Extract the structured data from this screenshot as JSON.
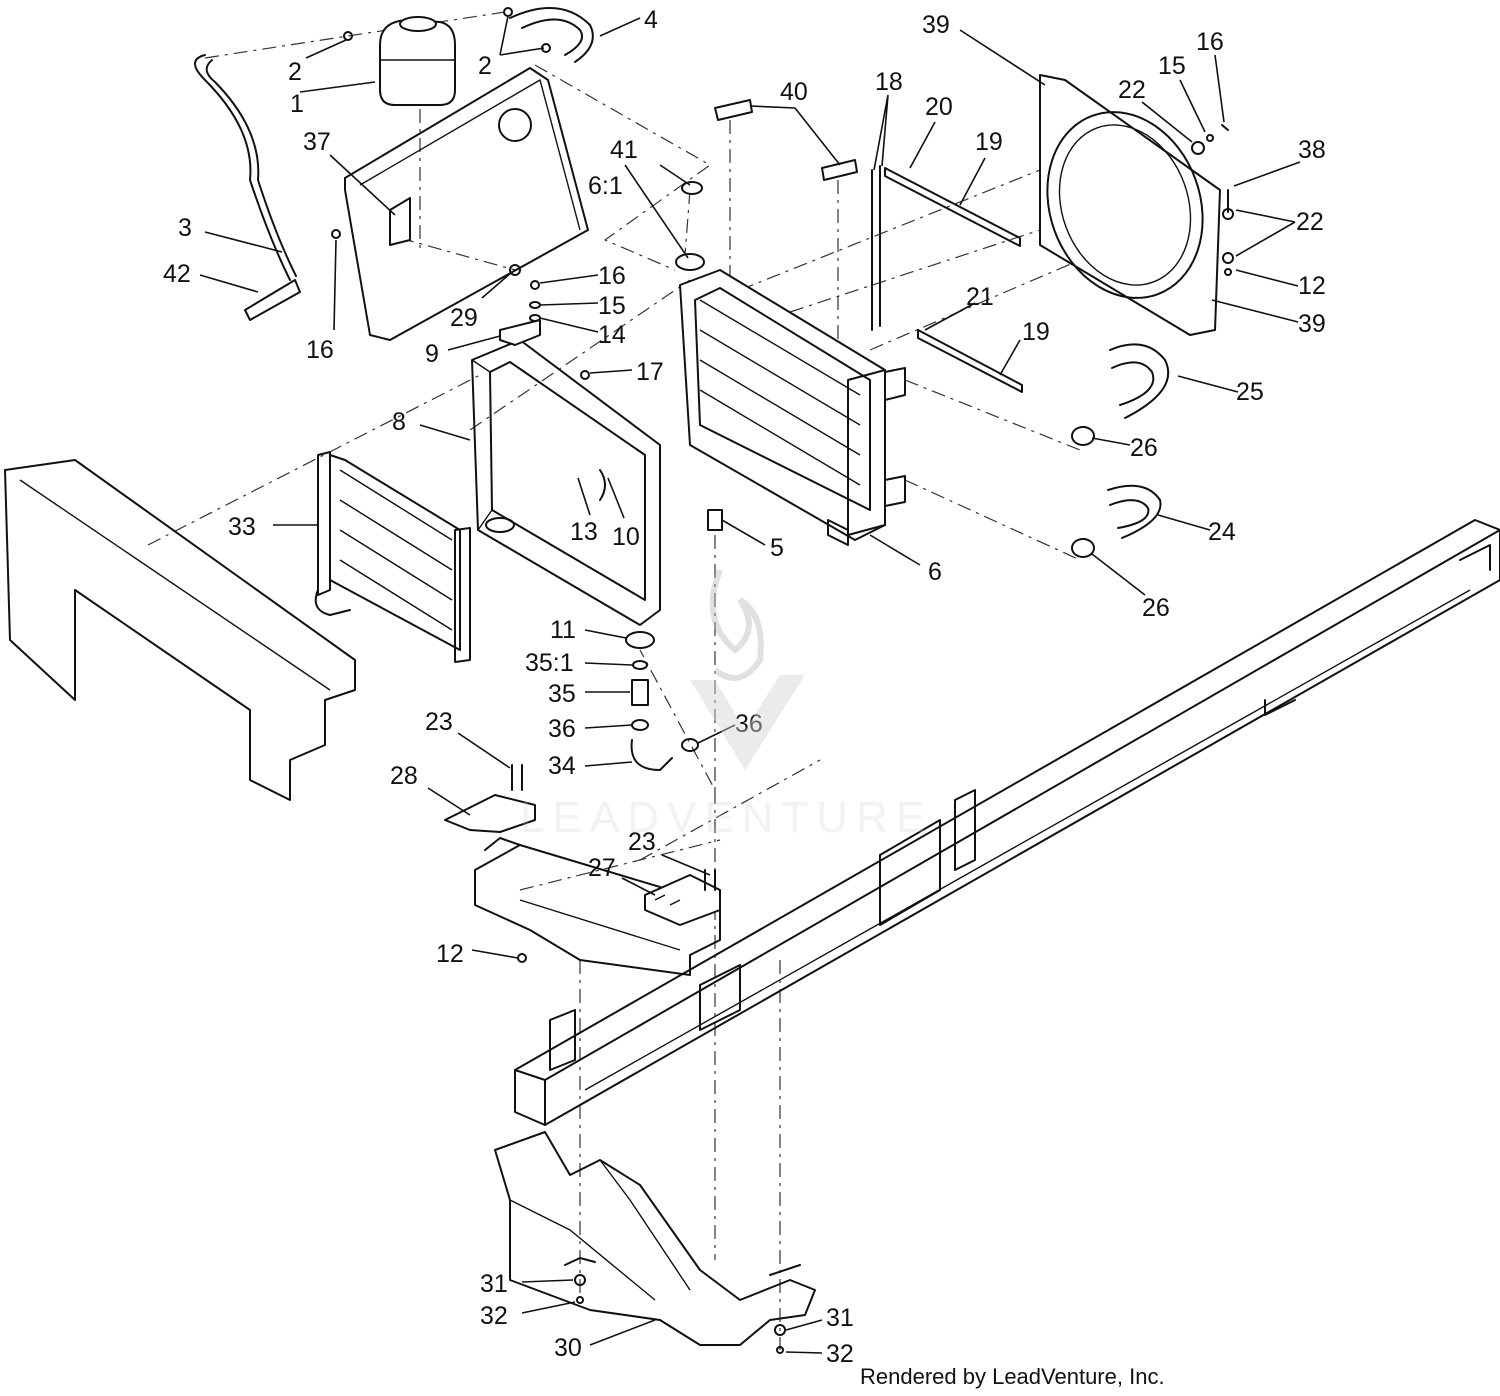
{
  "watermark": {
    "text": "LEADVENTURE"
  },
  "footer": {
    "credit": "Rendered by LeadVenture, Inc."
  },
  "callouts": [
    {
      "id": "c1",
      "text": "1"
    },
    {
      "id": "c2a",
      "text": "2"
    },
    {
      "id": "c2b",
      "text": "2"
    },
    {
      "id": "c3",
      "text": "3"
    },
    {
      "id": "c4",
      "text": "4"
    },
    {
      "id": "c5",
      "text": "5"
    },
    {
      "id": "c6",
      "text": "6"
    },
    {
      "id": "c6_1",
      "text": "6:1"
    },
    {
      "id": "c8",
      "text": "8"
    },
    {
      "id": "c9",
      "text": "9"
    },
    {
      "id": "c10",
      "text": "10"
    },
    {
      "id": "c11",
      "text": "11"
    },
    {
      "id": "c12a",
      "text": "12"
    },
    {
      "id": "c12b",
      "text": "12"
    },
    {
      "id": "c13",
      "text": "13"
    },
    {
      "id": "c14",
      "text": "14"
    },
    {
      "id": "c15a",
      "text": "15"
    },
    {
      "id": "c15b",
      "text": "15"
    },
    {
      "id": "c16a",
      "text": "16"
    },
    {
      "id": "c16b",
      "text": "16"
    },
    {
      "id": "c16c",
      "text": "16"
    },
    {
      "id": "c17",
      "text": "17"
    },
    {
      "id": "c18",
      "text": "18"
    },
    {
      "id": "c19a",
      "text": "19"
    },
    {
      "id": "c19b",
      "text": "19"
    },
    {
      "id": "c20",
      "text": "20"
    },
    {
      "id": "c21",
      "text": "21"
    },
    {
      "id": "c22a",
      "text": "22"
    },
    {
      "id": "c22b",
      "text": "22"
    },
    {
      "id": "c23a",
      "text": "23"
    },
    {
      "id": "c23b",
      "text": "23"
    },
    {
      "id": "c24",
      "text": "24"
    },
    {
      "id": "c25",
      "text": "25"
    },
    {
      "id": "c26a",
      "text": "26"
    },
    {
      "id": "c26b",
      "text": "26"
    },
    {
      "id": "c27",
      "text": "27"
    },
    {
      "id": "c28",
      "text": "28"
    },
    {
      "id": "c29",
      "text": "29"
    },
    {
      "id": "c30",
      "text": "30"
    },
    {
      "id": "c31a",
      "text": "31"
    },
    {
      "id": "c31b",
      "text": "31"
    },
    {
      "id": "c32a",
      "text": "32"
    },
    {
      "id": "c32b",
      "text": "32"
    },
    {
      "id": "c33",
      "text": "33"
    },
    {
      "id": "c34",
      "text": "34"
    },
    {
      "id": "c35",
      "text": "35"
    },
    {
      "id": "c35_1",
      "text": "35:1"
    },
    {
      "id": "c36a",
      "text": "36"
    },
    {
      "id": "c36b",
      "text": "36"
    },
    {
      "id": "c37",
      "text": "37"
    },
    {
      "id": "c38",
      "text": "38"
    },
    {
      "id": "c39a",
      "text": "39"
    },
    {
      "id": "c39b",
      "text": "39"
    },
    {
      "id": "c40",
      "text": "40"
    },
    {
      "id": "c41",
      "text": "41"
    },
    {
      "id": "c42",
      "text": "42"
    }
  ]
}
